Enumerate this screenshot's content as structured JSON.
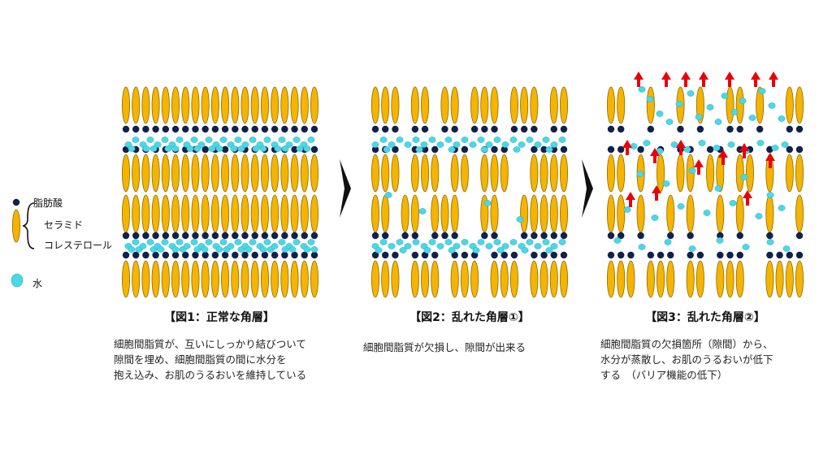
{
  "legend": {
    "lipid_items": [
      "脂肪酸",
      "セラミド",
      "コレステロール"
    ],
    "water_label": "水"
  },
  "panels": [
    {
      "title": "【図1：正常な角層】",
      "caption": [
        "細胞間脂質が、互いにしっかり結びついて",
        "隙間を埋め、細胞間脂質の間に水分を",
        "抱え込み、お肌のうるおいを維持している"
      ]
    },
    {
      "title": "【図2：乱れた角層①】",
      "caption": [
        "細胞間脂質が欠損し、隙間が出来る"
      ]
    },
    {
      "title": "【図3：乱れた角層②】",
      "caption": [
        "細胞間脂質の欠損箇所（隙間）から、",
        "水分が蒸散し、お肌のうるおいが低下",
        "する　（バリア機能の低下）"
      ]
    }
  ],
  "colors": {
    "lipid_fill": "#f5b400",
    "lipid_stroke": "#8a6a00",
    "head": "#12214a",
    "water": "#4dd6e6",
    "arrow": "#e8000a",
    "chevron": "#111111"
  }
}
